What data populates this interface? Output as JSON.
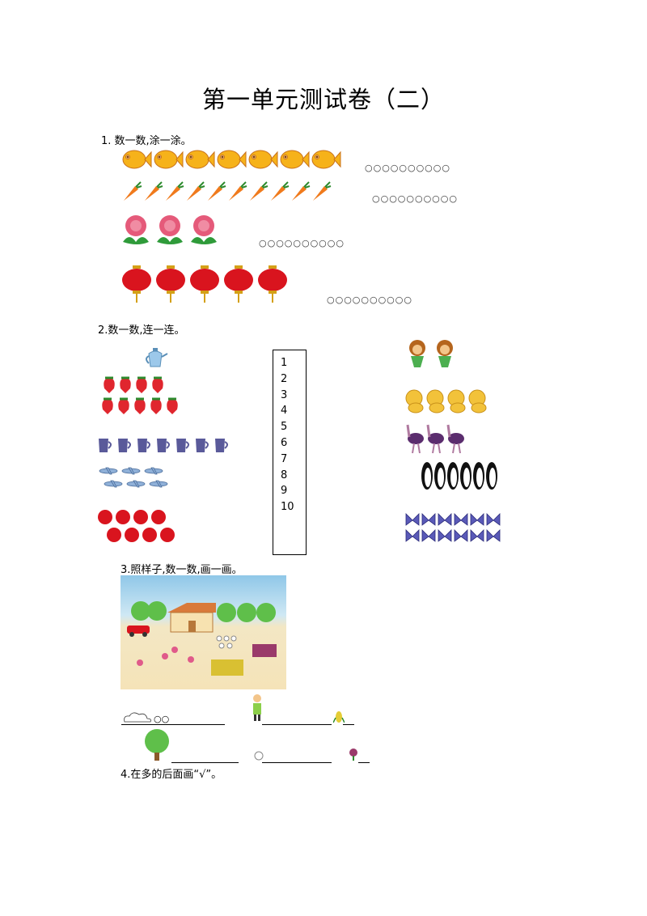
{
  "title": "第一单元测试卷（二）",
  "q1": {
    "label": "1. 数一数,涂一涂。",
    "circles": "○○○○○○○○○○",
    "rows": [
      {
        "icon": "fish-icon",
        "count": 7
      },
      {
        "icon": "carrot-icon",
        "count": 10
      },
      {
        "icon": "flower-icon",
        "count": 3
      },
      {
        "icon": "lantern-icon",
        "count": 5
      }
    ]
  },
  "q2": {
    "label": "2.数一数,连一连。",
    "numbers": [
      "1",
      "2",
      "3",
      "4",
      "5",
      "6",
      "7",
      "8",
      "9",
      "10"
    ]
  },
  "q3": {
    "label": "3.照样子,数一数,画一画。",
    "circles": "○○"
  },
  "q4": {
    "label": "4.在多的后面画“√”。"
  }
}
